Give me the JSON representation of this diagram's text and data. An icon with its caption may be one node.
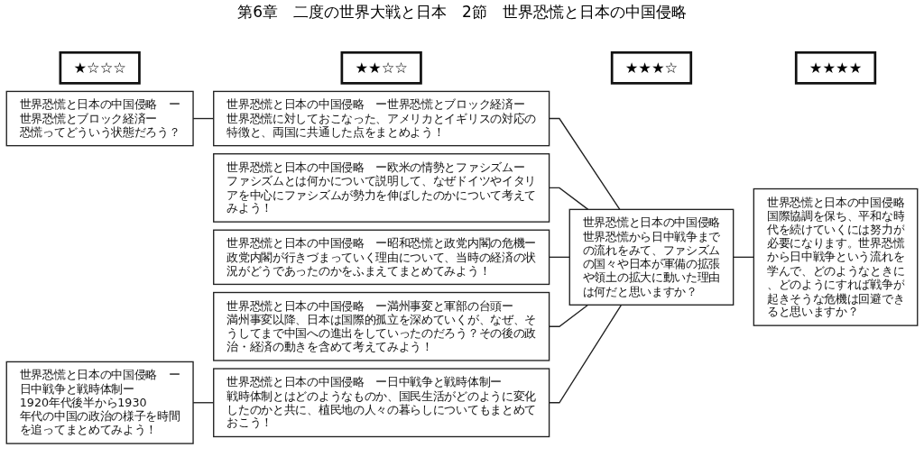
{
  "diagram": {
    "title": "第6章　二度の世界大戦と日本　2節　世界恐慌と日本の中国侵略",
    "nodes": [
      {
        "text": [
          "★☆☆☆"
        ]
      },
      {
        "text": [
          "★★☆☆"
        ]
      },
      {
        "text": [
          "★★★☆"
        ]
      },
      {
        "text": [
          "★★★★"
        ]
      },
      {
        "text": [
          "世界恐慌と日本の中国侵略　ー世界恐慌とブロック経済ー",
          "恐慌ってどういう状態だろう？"
        ]
      },
      {
        "text": [
          "世界恐慌と日本の中国侵略　ー日中戦争と戦時体制ー",
          "1920年代後半から1930年代の中国の政治の様子を時間を追ってまとめてみよう！"
        ]
      },
      {
        "text": [
          "世界恐慌と日本の中国侵略　ー世界恐慌とブロック経済ー",
          "世界恐慌に対しておこなった、アメリカとイギリスの対応の特徴と、両国に共通した点をまとめよう！"
        ]
      },
      {
        "text": [
          "世界恐慌と日本の中国侵略　ー欧米の情勢とファシズムー",
          "ファシズムとは何かについて説明して、なぜドイツやイタリアを中心にファシズムが勢力を伸ばしたのかについて考えてみよう！"
        ]
      },
      {
        "text": [
          "世界恐慌と日本の中国侵略　ー昭和恐慌と政党内閣の危機ー",
          "政党内閣が行きづまっていく理由について、当時の経済の状況がどうであったのかをふまえてまとめてみよう！"
        ]
      },
      {
        "text": [
          "世界恐慌と日本の中国侵略　ー満州事変と軍部の台頭ー",
          "満州事変以降、日本は国際的孤立を深めていくが、なぜ、そうしてまで中国への進出をしていったのだろう？その後の政治・経済の動きを含めて考えてみよう！"
        ]
      },
      {
        "text": [
          "世界恐慌と日本の中国侵略　ー日中戦争と戦時体制ー",
          "戦時体制とはどのようなものか、国民生活がどのように変化したのかと共に、植民地の人々の暮らしについてもまとめておこう！"
        ]
      },
      {
        "text": [
          "世界恐慌と日本の中国侵略",
          "世界恐慌から日中戦争までの流れをみて、ファシズムの国々や日本が軍備の拡張や領土の拡大に動いた理由は何だと思いますか？"
        ]
      },
      {
        "text": [
          "世界恐慌と日本の中国侵略",
          "国際協調を保ち、平和な時代を続けていくには努力が必要になります。世界恐慌から日中戦争という流れを学んで、どのようなときに、どのようにすれば戦争が起きそうな危機は回避できると思いますか？"
        ]
      }
    ],
    "edges": [
      {
        "from": 4,
        "to": 6,
        "arrow": "none"
      },
      {
        "from": 5,
        "to": 10,
        "arrow": "none"
      },
      {
        "from": 6,
        "to": 11,
        "arrow": "none"
      },
      {
        "from": 7,
        "to": 11,
        "arrow": "none"
      },
      {
        "from": 8,
        "to": 11,
        "arrow": "none"
      },
      {
        "from": 9,
        "to": 11,
        "arrow": "none"
      },
      {
        "from": 10,
        "to": 11,
        "arrow": "none"
      },
      {
        "from": 11,
        "to": 12,
        "arrow": "none"
      }
    ]
  }
}
